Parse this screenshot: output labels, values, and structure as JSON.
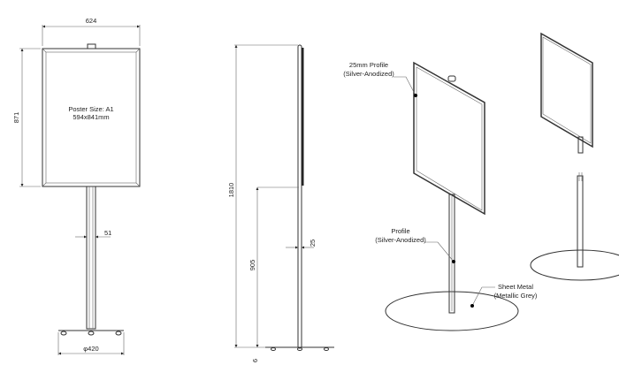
{
  "front_view": {
    "width_dim": "624",
    "height_dim": "871",
    "poster_size": "Poster Size: A1",
    "poster_mm": "594x841mm",
    "pole_dim": "51",
    "base_dim": "φ420"
  },
  "side_view": {
    "total_height_dim": "1810",
    "pole_height_dim": "905",
    "profile_dim": "25",
    "base_thickness_dim": "6"
  },
  "iso_view": {
    "frame_label_1": "25mm Profile",
    "frame_label_2": "(Silver-Anodized)",
    "pole_label_1": "Profile",
    "pole_label_2": "(Silver-Anodized)",
    "base_label_1": "Sheet Metal",
    "base_label_2": "(Metallic Grey)"
  }
}
